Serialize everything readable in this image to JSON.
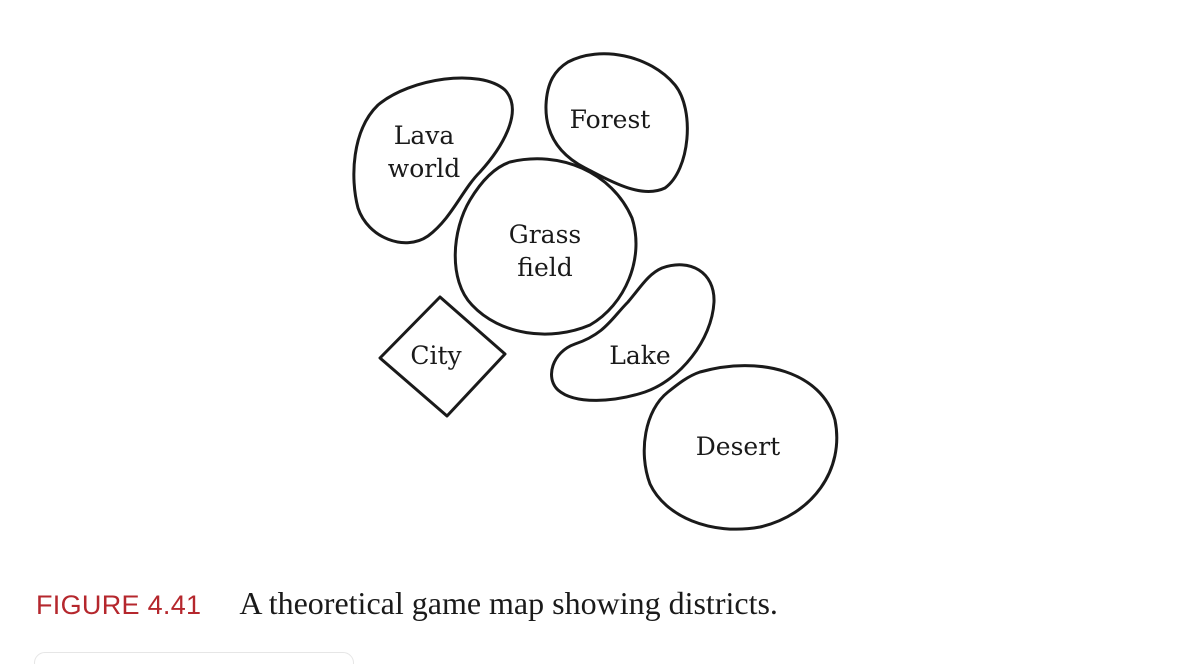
{
  "districts": {
    "lava_world": "Lava\nworld",
    "forest": "Forest",
    "grass_field": "Grass\nfield",
    "city": "City",
    "lake": "Lake",
    "desert": "Desert"
  },
  "caption": {
    "number": "FIGURE 4.41",
    "text": "A theoretical game map showing districts."
  },
  "colors": {
    "ink": "#1a1a1a",
    "caption_number": "#b5272d"
  }
}
